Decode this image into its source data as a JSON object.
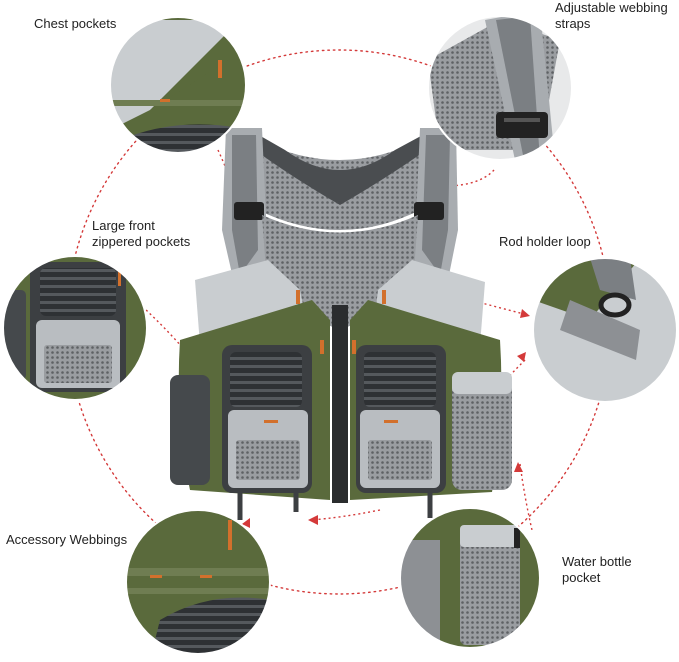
{
  "labels": {
    "chest_pockets": "Chest pockets",
    "adjustable_straps": "Adjustable webbing\nstraps",
    "large_front_pockets": "Large front\nzippered pockets",
    "rod_holder_loop": "Rod holder loop",
    "accessory_webbings": "Accessory Webbings",
    "water_bottle_pocket": "Water bottle\npocket"
  },
  "colors": {
    "vest_green": "#5a6a3c",
    "vest_light_gray": "#c9cdd0",
    "vest_dark_gray": "#3c3f42",
    "mesh": "#8d9094",
    "accent_orange": "#d2702c",
    "dotted_line": "#d43a3a"
  }
}
